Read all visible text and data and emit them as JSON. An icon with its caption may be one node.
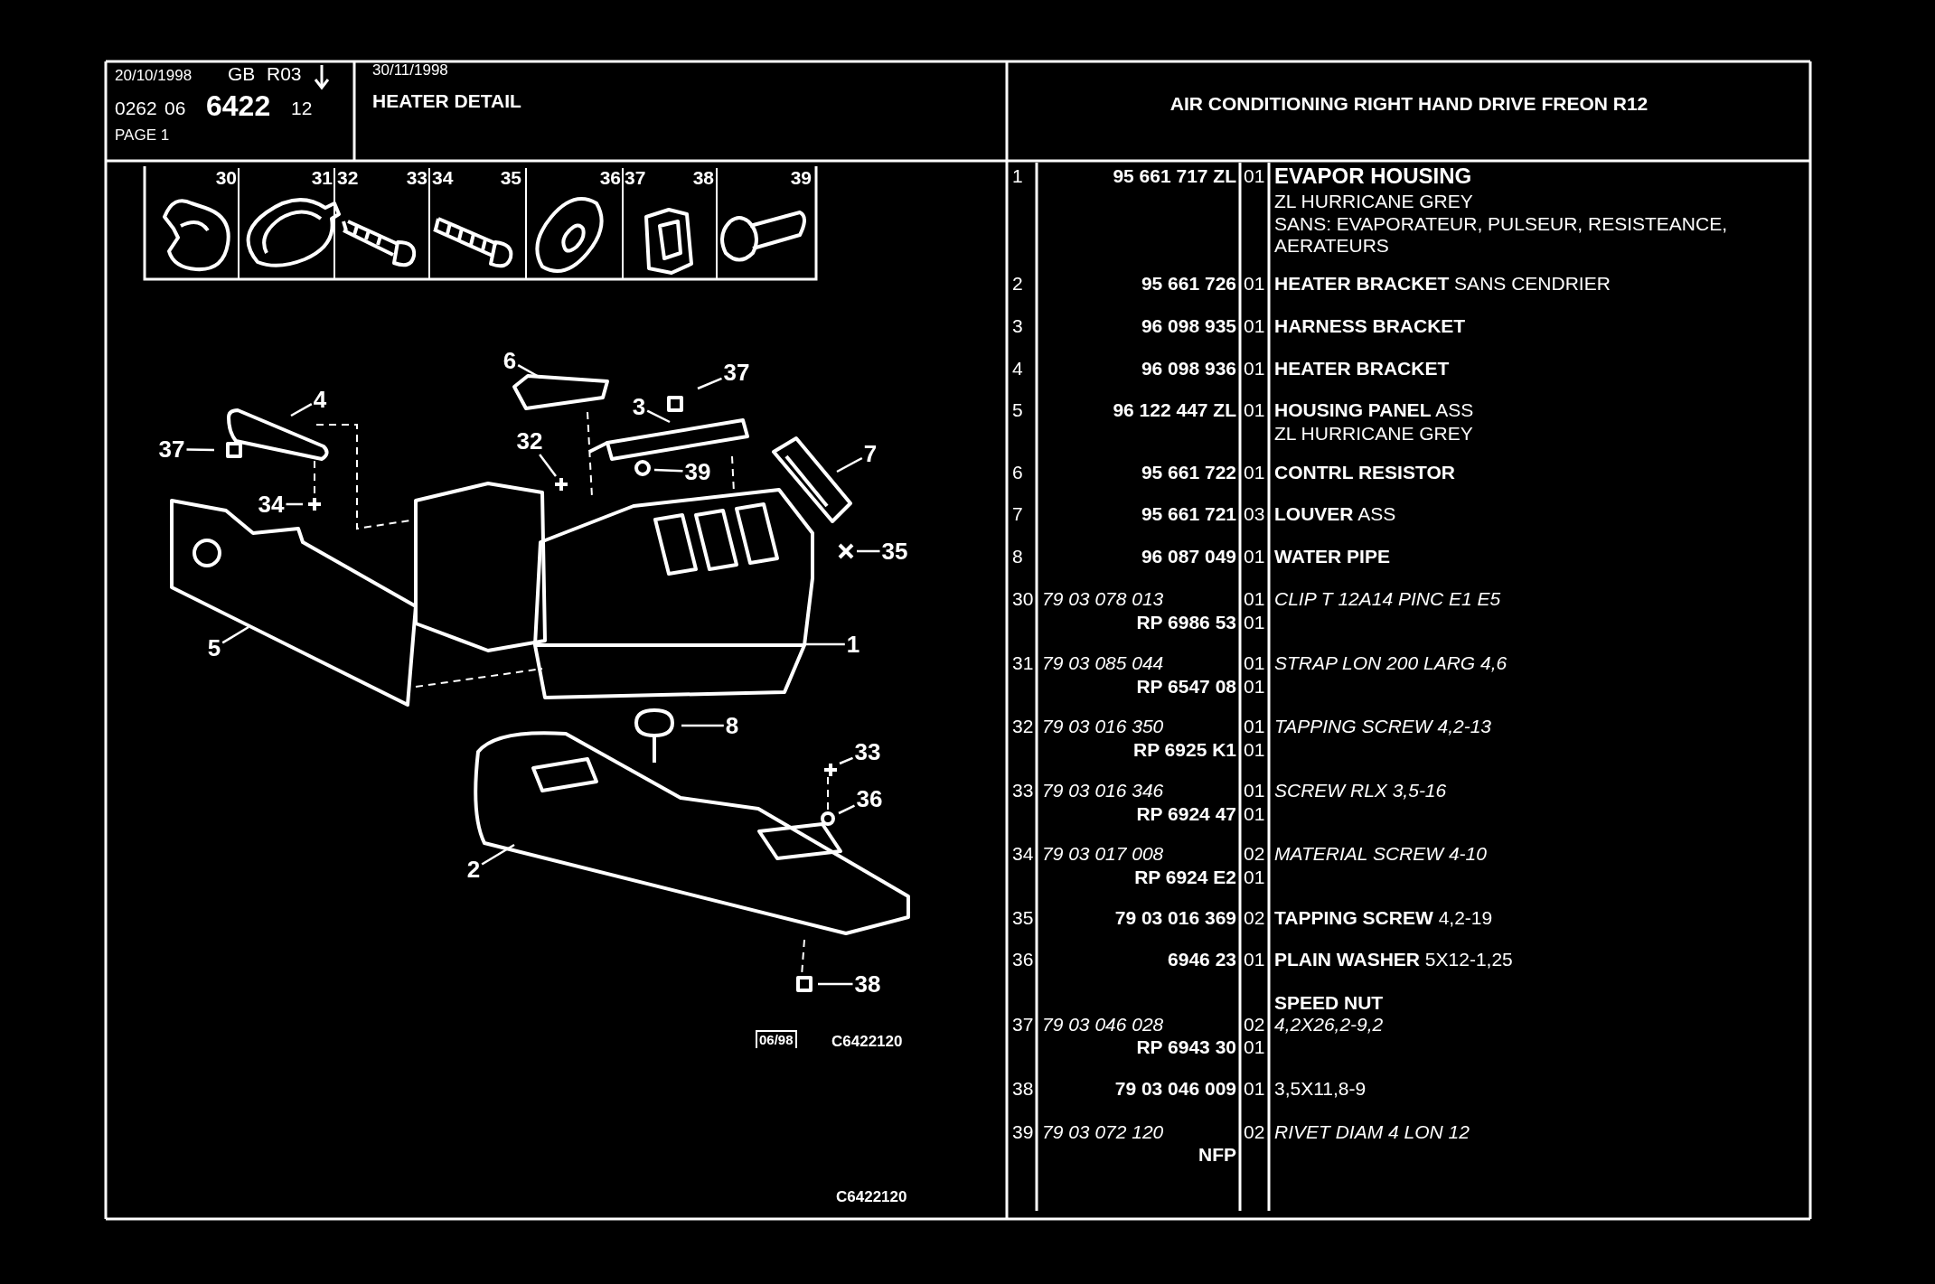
{
  "diagram": {
    "nodes": [
      {
        "text": [
          "6"
        ]
      },
      {
        "text": [
          "37"
        ]
      },
      {
        "text": [
          "4"
        ]
      },
      {
        "text": [
          "3"
        ]
      },
      {
        "text": [
          "37"
        ]
      },
      {
        "text": [
          "32"
        ]
      },
      {
        "text": [
          "39"
        ]
      },
      {
        "text": [
          "7"
        ]
      },
      {
        "text": [
          "34"
        ]
      },
      {
        "text": [
          "35"
        ]
      },
      {
        "text": [
          "1"
        ]
      },
      {
        "text": [
          "5"
        ]
      },
      {
        "text": [
          "8"
        ]
      },
      {
        "text": [
          "33"
        ]
      },
      {
        "text": [
          "36"
        ]
      },
      {
        "text": [
          "2"
        ]
      },
      {
        "text": [
          "38"
        ]
      }
    ],
    "edges": [
      {
        "from": 0,
        "to": null,
        "arrow": "none"
      },
      {
        "from": 1,
        "to": null,
        "arrow": "none"
      },
      {
        "from": 2,
        "to": null,
        "arrow": "none"
      },
      {
        "from": 3,
        "to": null,
        "arrow": "none"
      },
      {
        "from": 4,
        "to": null,
        "arrow": "none"
      },
      {
        "from": 5,
        "to": null,
        "arrow": "none"
      },
      {
        "from": 6,
        "to": null,
        "arrow": "none"
      },
      {
        "from": 7,
        "to": null,
        "arrow": "none"
      },
      {
        "from": 8,
        "to": null,
        "arrow": "none"
      },
      {
        "from": 9,
        "to": null,
        "arrow": "none"
      },
      {
        "from": 10,
        "to": null,
        "arrow": "none"
      },
      {
        "from": 11,
        "to": null,
        "arrow": "none"
      },
      {
        "from": 12,
        "to": null,
        "arrow": "none"
      },
      {
        "from": 13,
        "to": null,
        "arrow": "none"
      },
      {
        "from": 14,
        "to": null,
        "arrow": "none"
      },
      {
        "from": 15,
        "to": null,
        "arrow": "none"
      },
      {
        "from": 16,
        "to": null,
        "arrow": "none"
      }
    ],
    "labels": [
      "20/10/1998",
      "GB",
      "R03",
      "0262",
      "06",
      "6422",
      "12",
      "PAGE 1",
      "30/11/1998",
      "HEATER DETAIL",
      "AIR CONDITIONING RIGHT HAND DRIVE FREON R12",
      "30",
      "31",
      "32",
      "33",
      "34",
      "35",
      "36",
      "37",
      "38",
      "39",
      "1",
      "95 661 717 ZL",
      "01",
      "EVAPOR HOUSING",
      "ZL HURRICANE GREY",
      "SANS: EVAPORATEUR, PULSEUR, RESISTEANCE, AERATEURS",
      "2",
      "95 661 726",
      "01",
      "**HEATER BRACKET** SANS CENDRIER",
      "3",
      "96 098 935",
      "01",
      "HARNESS BRACKET",
      "4",
      "96 098 936",
      "01",
      "HEATER BRACKET",
      "5",
      "96 122 447 ZL",
      "01",
      "**HOUSING PANEL** ASS",
      "ZL HURRICANE GREY",
      "6",
      "95 661 722",
      "01",
      "CONTRL RESISTOR",
      "7",
      "95 661 721",
      "03",
      "**LOUVER** ASS",
      "8",
      "96 087 049",
      "01",
      "WATER PIPE",
      "30",
      "79 03 078 013",
      "01",
      "CLIP T 12A14 PINC E1 E5",
      "RP 6986 53",
      "01",
      "31",
      "79 03 085 044",
      "01",
      "STRAP LON 200 LARG 4,6",
      "RP 6547 08",
      "01",
      "32",
      "79 03 016 350",
      "01",
      "TAPPING SCREW 4,2-13",
      "RP 6925 K1",
      "01",
      "33",
      "79 03 016 346",
      "01",
      "SCREW RLX 3,5-16",
      "RP 6924 47",
      "01",
      "34",
      "79 03 017 008",
      "02",
      "MATERIAL SCREW 4-10",
      "RP 6924 E2",
      "01",
      "35",
      "79 03 016 369",
      "02",
      "**TAPPING SCREW** 4,2-19",
      "36",
      "6946 23",
      "01",
      "**PLAIN WASHER** 5X12-1,25",
      "SPEED NUT",
      "37",
      "79 03 046 028",
      "02",
      "4,2X26,2-9,2",
      "RP 6943 30",
      "01",
      "38",
      "79 03 046 009",
      "01",
      "3,5X11,8-9",
      "39",
      "79 03 072 120",
      "02",
      "RIVET DIAM 4 LON 12",
      "NFP",
      "06/98",
      "C6422120",
      "C6422120"
    ]
  }
}
